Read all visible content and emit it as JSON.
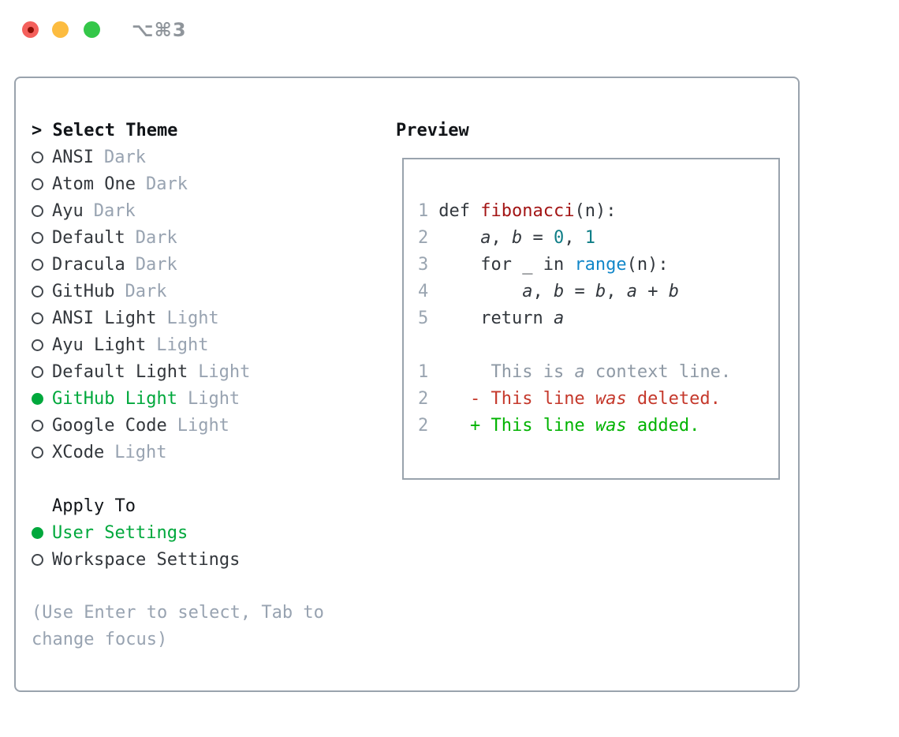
{
  "titlebar": {
    "shortcut": "⌥⌘3",
    "traffic_lights": [
      {
        "name": "close",
        "color": "#f4605c",
        "dot_color": "#8b0e05"
      },
      {
        "name": "minimize",
        "color": "#fcbc40"
      },
      {
        "name": "zoom",
        "color": "#34c749"
      }
    ]
  },
  "theme_picker": {
    "header": "> Select Theme",
    "items": [
      {
        "name": "ANSI",
        "variant": "Dark",
        "selected": false
      },
      {
        "name": "Atom One",
        "variant": "Dark",
        "selected": false
      },
      {
        "name": "Ayu",
        "variant": "Dark",
        "selected": false
      },
      {
        "name": "Default",
        "variant": "Dark",
        "selected": false
      },
      {
        "name": "Dracula",
        "variant": "Dark",
        "selected": false
      },
      {
        "name": "GitHub",
        "variant": "Dark",
        "selected": false
      },
      {
        "name": "ANSI Light",
        "variant": "Light",
        "selected": false
      },
      {
        "name": "Ayu Light",
        "variant": "Light",
        "selected": false
      },
      {
        "name": "Default Light",
        "variant": "Light",
        "selected": false
      },
      {
        "name": "GitHub Light",
        "variant": "Light",
        "selected": true
      },
      {
        "name": "Google Code",
        "variant": "Light",
        "selected": false
      },
      {
        "name": "XCode",
        "variant": "Light",
        "selected": false
      }
    ],
    "apply_to_header": "Apply To",
    "apply_to_options": [
      {
        "label": "User Settings",
        "selected": true
      },
      {
        "label": "Workspace Settings",
        "selected": false
      }
    ],
    "hint": "(Use Enter to select, Tab to change focus)"
  },
  "preview": {
    "header": "Preview",
    "code_lines": [
      {
        "num": "1",
        "segments": [
          {
            "t": "def "
          },
          {
            "t": "fibonacci",
            "c": "fn"
          },
          {
            "t": "(n):"
          }
        ]
      },
      {
        "num": "2",
        "segments": [
          {
            "t": "    "
          },
          {
            "t": "a",
            "i": 1
          },
          {
            "t": ", "
          },
          {
            "t": "b",
            "i": 1
          },
          {
            "t": " = "
          },
          {
            "t": "0",
            "c": "num"
          },
          {
            "t": ", "
          },
          {
            "t": "1",
            "c": "num"
          }
        ]
      },
      {
        "num": "3",
        "segments": [
          {
            "t": "    for _ in "
          },
          {
            "t": "range",
            "c": "builtin"
          },
          {
            "t": "(n):"
          }
        ]
      },
      {
        "num": "4",
        "segments": [
          {
            "t": "        "
          },
          {
            "t": "a",
            "i": 1
          },
          {
            "t": ", "
          },
          {
            "t": "b",
            "i": 1
          },
          {
            "t": " = "
          },
          {
            "t": "b",
            "i": 1
          },
          {
            "t": ", "
          },
          {
            "t": "a",
            "i": 1
          },
          {
            "t": " + "
          },
          {
            "t": "b",
            "i": 1
          }
        ]
      },
      {
        "num": "5",
        "segments": [
          {
            "t": "    return "
          },
          {
            "t": "a",
            "i": 1
          }
        ]
      },
      {
        "num": "",
        "segments": []
      },
      {
        "num": "1",
        "segments": [
          {
            "t": "     This is ",
            "c": "ctx"
          },
          {
            "t": "a",
            "c": "ctx",
            "i": 1
          },
          {
            "t": " context line.",
            "c": "ctx"
          }
        ]
      },
      {
        "num": "2",
        "segments": [
          {
            "t": "   - This line ",
            "c": "del"
          },
          {
            "t": "was",
            "c": "del",
            "i": 1
          },
          {
            "t": " deleted.",
            "c": "del"
          }
        ]
      },
      {
        "num": "2",
        "segments": [
          {
            "t": "   + This line ",
            "c": "add"
          },
          {
            "t": "was",
            "c": "add",
            "i": 1
          },
          {
            "t": " added.",
            "c": "add"
          }
        ]
      }
    ]
  },
  "colors": {
    "selection_green": "#00a83c",
    "fn": "#a31515",
    "num": "#0f7e87",
    "builtin": "#1287c9",
    "ctx": "#8e99a5",
    "del": "#c5392c",
    "add": "#00b300",
    "code_default": "#32373d",
    "line_number": "#9aa5b1",
    "variant_gray": "#98a3b1"
  }
}
